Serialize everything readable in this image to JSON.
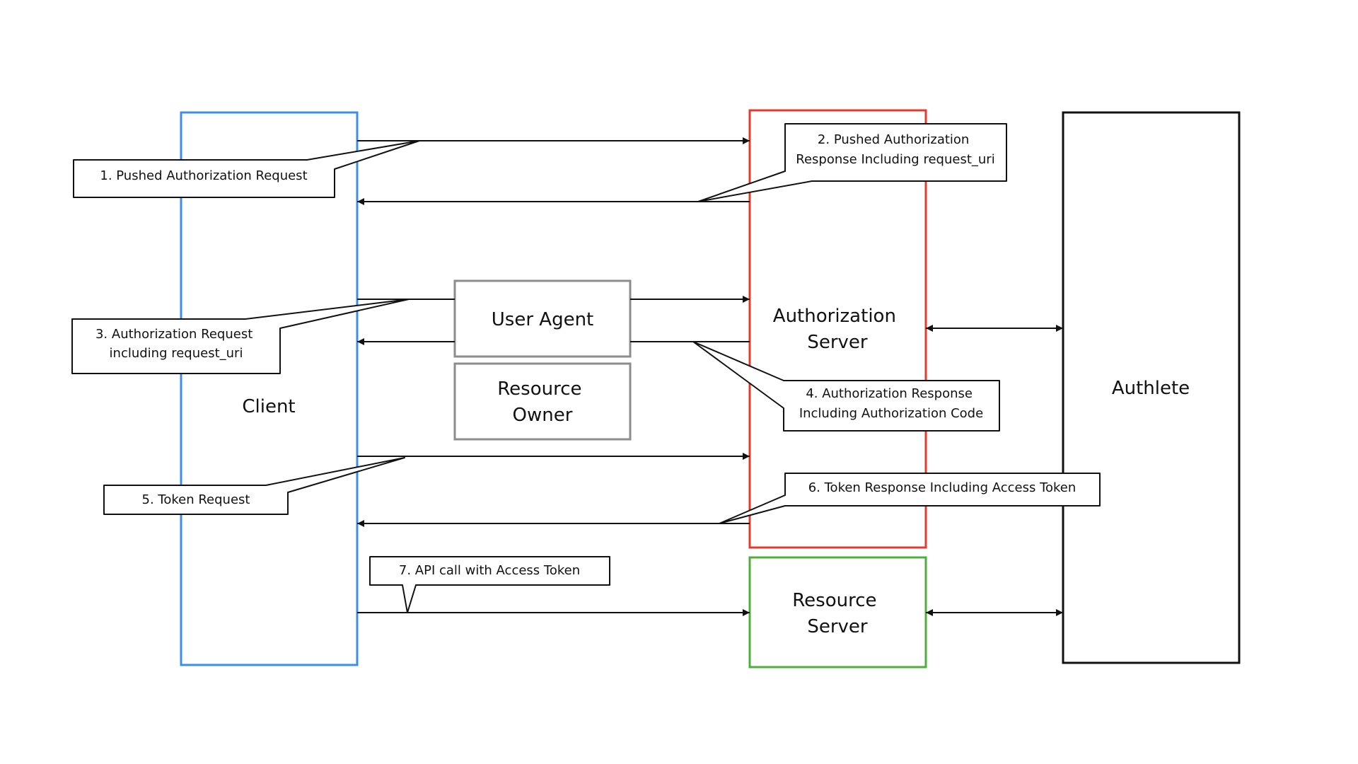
{
  "entities": {
    "client": {
      "label": "Client",
      "color": "#3b8fe8"
    },
    "authorization_server": {
      "label_lines": [
        "Authorization",
        "Server"
      ],
      "color": "#e03b2d"
    },
    "resource_server": {
      "label_lines": [
        "Resource",
        "Server"
      ],
      "color": "#4caf3a"
    },
    "authlete": {
      "label": "Authlete",
      "color": "#111111"
    },
    "user_agent": {
      "label": "User Agent",
      "color": "#8c8c8c"
    },
    "resource_owner": {
      "label_lines": [
        "Resource",
        "Owner"
      ],
      "color": "#8c8c8c"
    }
  },
  "steps": [
    {
      "id": "1",
      "lines": [
        "1. Pushed Authorization Request"
      ]
    },
    {
      "id": "2",
      "lines": [
        "2. Pushed Authorization",
        "Response Including request_uri"
      ]
    },
    {
      "id": "3",
      "lines": [
        "3. Authorization Request",
        "including request_uri"
      ]
    },
    {
      "id": "4",
      "lines": [
        "4. Authorization Response",
        "Including Authorization Code"
      ]
    },
    {
      "id": "5",
      "lines": [
        "5. Token Request"
      ]
    },
    {
      "id": "6",
      "lines": [
        "6. Token Response Including Access Token"
      ]
    },
    {
      "id": "7",
      "lines": [
        "7. API call with Access Token"
      ]
    }
  ]
}
